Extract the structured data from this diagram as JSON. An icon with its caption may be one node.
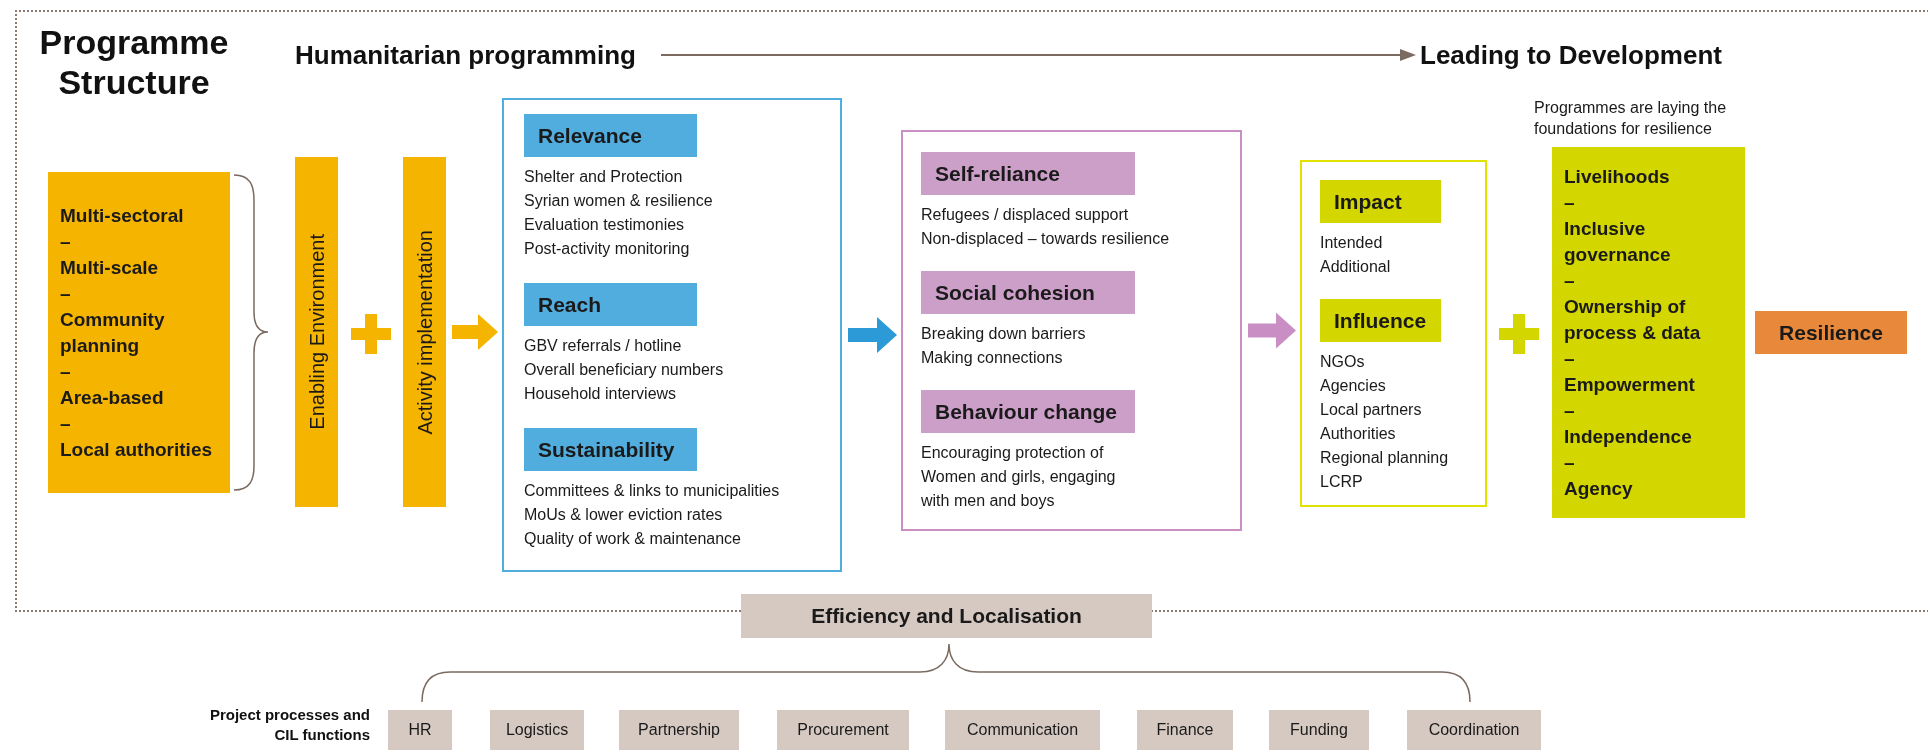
{
  "diagram": {
    "title": "Programme Structure",
    "nodes": [
      {
        "text": [
          "Humanitarian programming"
        ]
      },
      {
        "text": [
          "Leading to Development"
        ]
      },
      {
        "text": [
          "Multi-sectoral",
          "–",
          "Multi-scale",
          "–",
          "Community planning",
          "–",
          "Area-based",
          "–",
          "Local authorities"
        ]
      },
      {
        "text": [
          "Enabling Environment"
        ]
      },
      {
        "text": [
          "Activity implementation"
        ]
      },
      {
        "text": [],
        "shape": "box"
      },
      {
        "text": [
          "Relevance"
        ],
        "in": 5,
        "beside": [
          "Shelter and Protection",
          "Syrian women & resilience",
          "Evaluation testimonies",
          "Post-activity monitoring"
        ]
      },
      {
        "text": [
          "Reach"
        ],
        "in": 5,
        "beside": [
          "GBV referrals / hotline",
          "Overall beneficiary numbers",
          "Household interviews"
        ]
      },
      {
        "text": [
          "Sustainability"
        ],
        "in": 5,
        "beside": [
          "Committees & links to municipalities",
          "MoUs & lower eviction rates",
          "Quality of work & maintenance"
        ]
      },
      {
        "text": [],
        "shape": "box"
      },
      {
        "text": [
          "Self-reliance"
        ],
        "in": 9,
        "beside": [
          "Refugees / displaced support",
          "Non-displaced – towards resilience"
        ]
      },
      {
        "text": [
          "Social cohesion"
        ],
        "in": 9,
        "beside": [
          "Breaking down barriers",
          "Making connections"
        ]
      },
      {
        "text": [
          "Behaviour change"
        ],
        "in": 9,
        "beside": [
          "Encouraging protection of",
          "Women and girls, engaging",
          "with men and boys"
        ]
      },
      {
        "text": [],
        "shape": "box"
      },
      {
        "text": [
          "Impact"
        ],
        "in": 13,
        "beside": [
          "Intended",
          "Additional"
        ]
      },
      {
        "text": [
          "Influence"
        ],
        "in": 13,
        "beside": [
          "NGOs",
          "Agencies",
          "Local partners",
          "Authorities",
          "Regional planning",
          "LCRP"
        ]
      },
      {
        "text": [
          "Livelihoods",
          "–",
          "Inclusive governance",
          "–",
          "Ownership of process & data",
          "–",
          "Empowerment",
          "–",
          "Independence",
          "–",
          "Agency"
        ],
        "beside": [
          "Programmes are laying the foundations for resilience"
        ]
      },
      {
        "text": [
          "Resilience"
        ]
      },
      {
        "text": [
          "Efficiency and Localisation"
        ]
      },
      {
        "text": [
          "HR"
        ]
      },
      {
        "text": [
          "Logistics"
        ]
      },
      {
        "text": [
          "Partnership"
        ]
      },
      {
        "text": [
          "Procurement"
        ]
      },
      {
        "text": [
          "Communication"
        ]
      },
      {
        "text": [
          "Finance"
        ]
      },
      {
        "text": [
          "Funding"
        ]
      },
      {
        "text": [
          "Coordination"
        ]
      }
    ],
    "edges": [
      {
        "from": 0,
        "to": 1,
        "arrow": "to",
        "color": "#7a6a60"
      },
      {
        "from": 4,
        "to": 5,
        "arrow": "to",
        "color": "#f5b400"
      },
      {
        "from": 5,
        "to": 9,
        "arrow": "to",
        "color": "#2b9ad6"
      },
      {
        "from": 9,
        "to": 13,
        "arrow": "to",
        "color": "#c98fc4"
      }
    ],
    "labels": [
      "Project processes and CIL functions"
    ]
  }
}
